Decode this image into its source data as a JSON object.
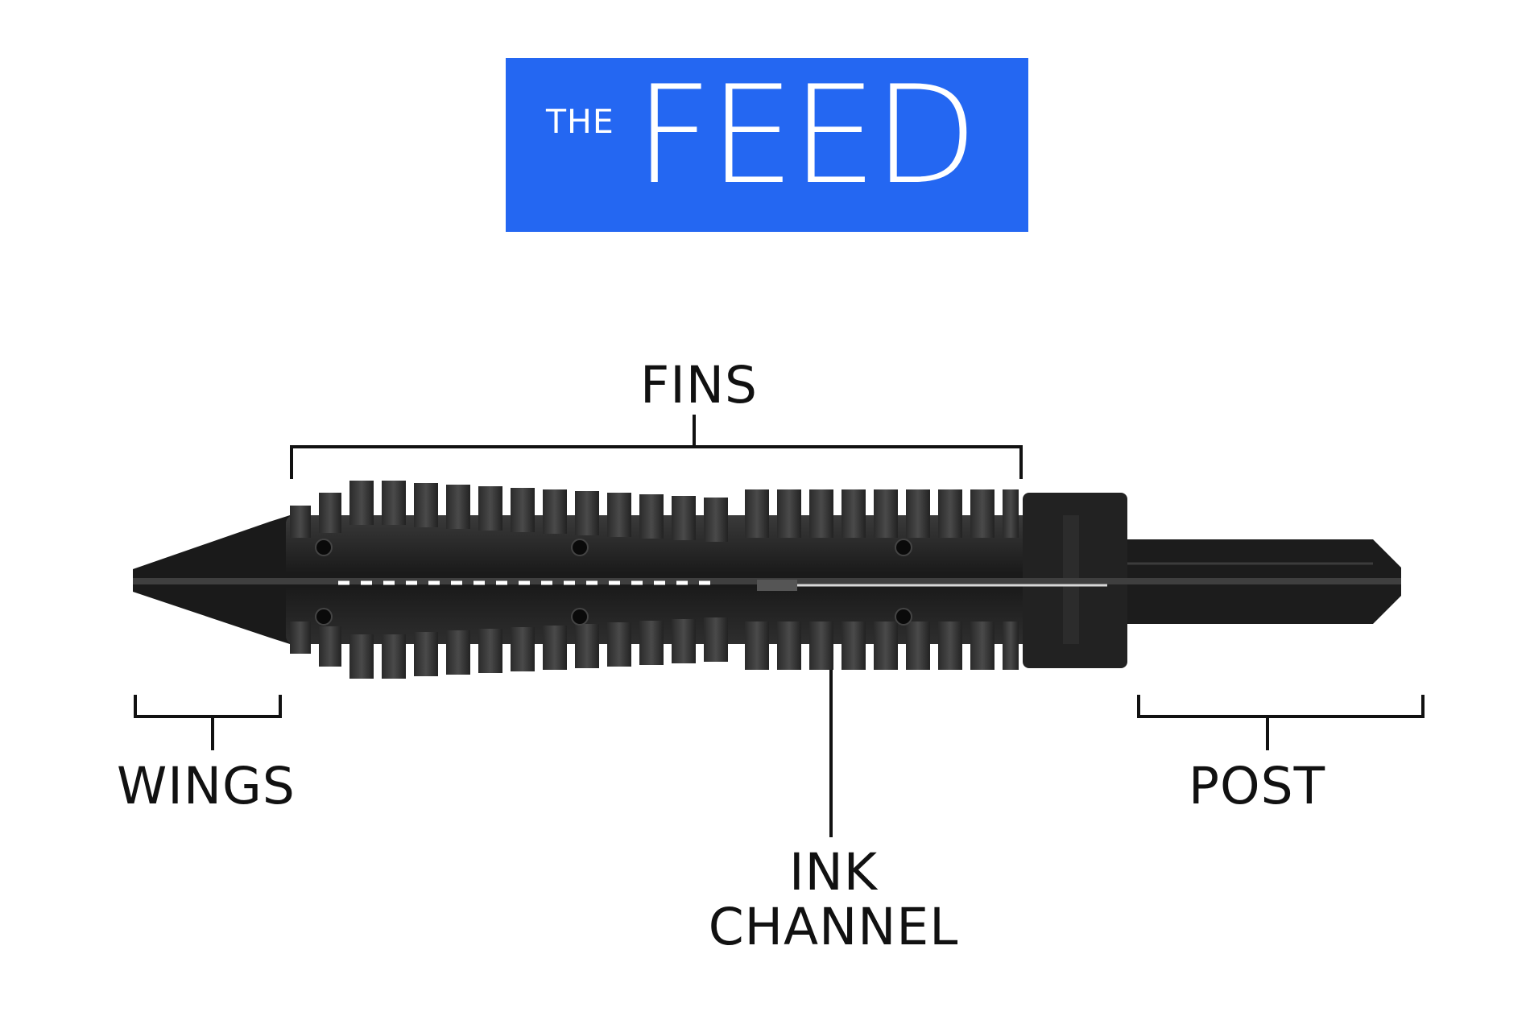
{
  "title": {
    "small": "THE",
    "big": "FEED"
  },
  "labels": {
    "fins": "FINS",
    "wings": "WINGS",
    "post": "POST",
    "ink_channel_line1": "INK",
    "ink_channel_line2": "CHANNEL"
  },
  "colors": {
    "title_background": "#2467f2",
    "title_text": "#ffffff",
    "label_text": "#111111",
    "feed_body": "#1e1e1e"
  }
}
